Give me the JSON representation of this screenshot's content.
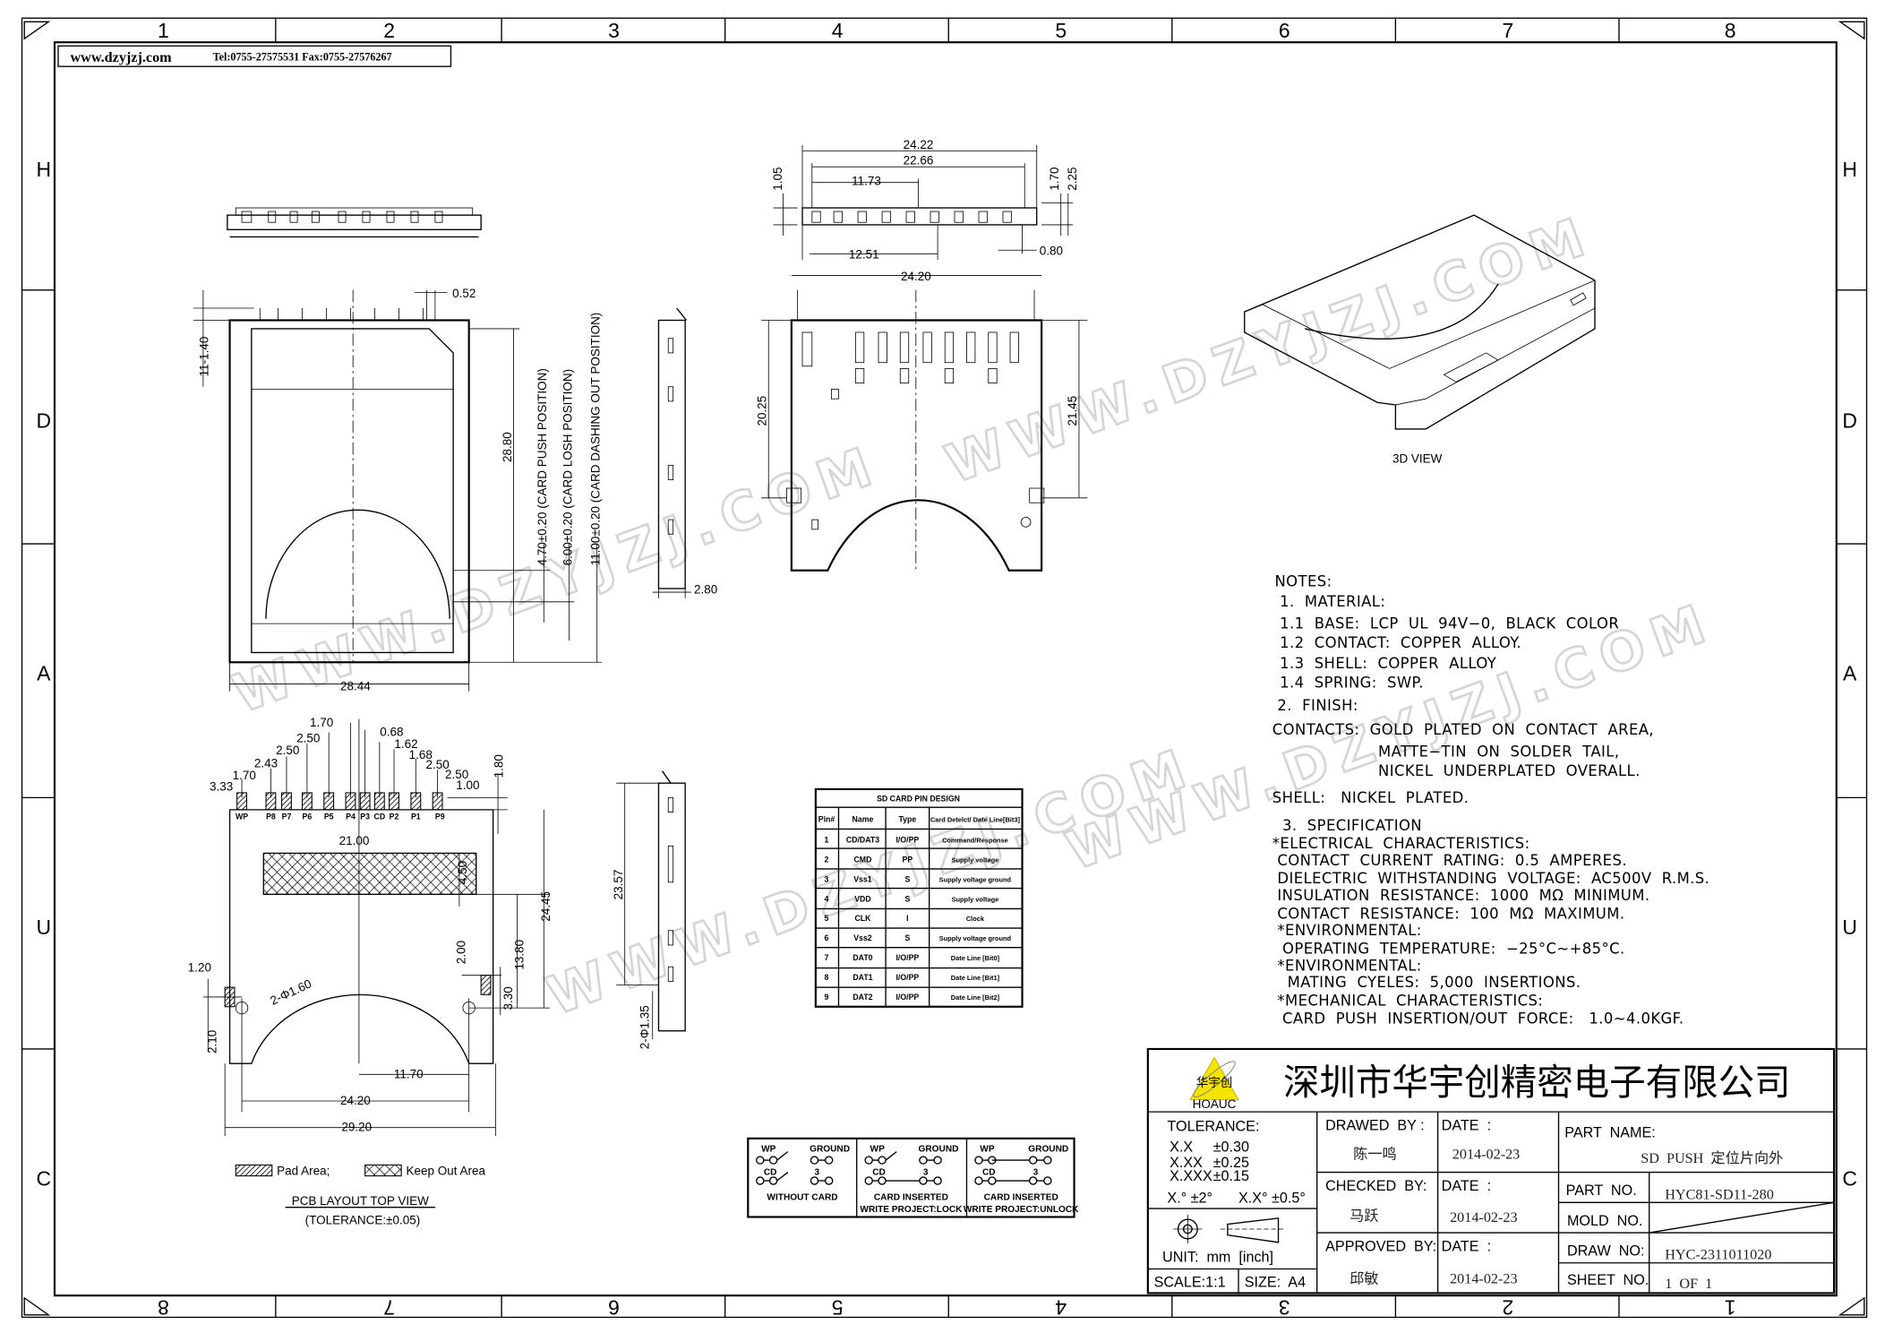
{
  "header": {
    "website": "www.dzyjzj.com",
    "contact": "Tel:0755-27575531  Fax:0755-27576267"
  },
  "grid": {
    "columns_top": [
      "1",
      "2",
      "3",
      "4",
      "5",
      "6",
      "7",
      "8"
    ],
    "columns_bottom": [
      "8",
      "7",
      "6",
      "5",
      "4",
      "3",
      "2",
      "1"
    ],
    "rows": [
      "H",
      "D",
      "A",
      "U",
      "C"
    ]
  },
  "watermark": "WWW.DZYJZJ.COM",
  "top_strip_view": {
    "dims": [
      "24.22",
      "22.66",
      "11.73",
      "1.05",
      "1.70",
      "2.25",
      "12.51",
      "0.80",
      "24.20"
    ]
  },
  "front_view": {
    "dims": [
      "20.25",
      "21.45"
    ]
  },
  "card_view": {
    "dims": [
      "0.52",
      "11-1.40",
      "28.80",
      "28.44"
    ],
    "positions": [
      "4.70±0.20 (CARD PUSH POSITION)",
      "6.00±0.20 (CARD LOSH POSITION)",
      "11.00±0.20 (CARD DASHING OUT POSITION)"
    ]
  },
  "side_view": {
    "dims": [
      "2.80"
    ]
  },
  "side_view_2": {
    "dims": [
      "23.57",
      "2-Φ1.35"
    ]
  },
  "view_3d": {
    "label": "3D VIEW"
  },
  "pcb": {
    "pins": [
      "WP",
      "P8",
      "P7",
      "P6",
      "P5",
      "P4",
      "P3",
      "CD",
      "P2",
      "P1",
      "P9"
    ],
    "dims": [
      "1.70",
      "0.68",
      "2.50",
      "1.62",
      "2.50",
      "1.68",
      "2.43",
      "2.50",
      "1.70",
      "2.50",
      "3.33",
      "1.00",
      "1.80",
      "21.00",
      "4.50",
      "24.45",
      "13.80",
      "2.00",
      "3.30",
      "1.20",
      "2-Φ1.60",
      "2.10",
      "11.70",
      "24.20",
      "29.20"
    ],
    "legend_pad": "Pad  Area;",
    "legend_keepout": "Keep  Out  Area",
    "title": "PCB  LAYOUT  TOP  VIEW",
    "tolerance": "(TOLERANCE:±0.05)"
  },
  "pin_table": {
    "title": "SD CARD PIN DESIGN",
    "headers": [
      "Pin#",
      "Name",
      "Type",
      "Card Detelct/ Date Line[Bit3]"
    ],
    "rows": [
      [
        "1",
        "CD/DAT3",
        "I/O/PP",
        "Command/Response"
      ],
      [
        "2",
        "CMD",
        "PP",
        "Supply voltage"
      ],
      [
        "3",
        "Vss1",
        "S",
        "Supply voltage ground"
      ],
      [
        "4",
        "VDD",
        "S",
        "Supply voltage"
      ],
      [
        "5",
        "CLK",
        "I",
        "Clock"
      ],
      [
        "6",
        "Vss2",
        "S",
        "Supply voltage ground"
      ],
      [
        "7",
        "DAT0",
        "I/O/PP",
        "Date Line [Bit0]"
      ],
      [
        "8",
        "DAT1",
        "I/O/PP",
        "Date Line [Bit1]"
      ],
      [
        "9",
        "DAT2",
        "I/O/PP",
        "Date Line [Bit2]"
      ]
    ]
  },
  "switch_states": {
    "labels": {
      "wp": "WP",
      "ground": "GROUND",
      "cd": "CD",
      "three": "3"
    },
    "states": [
      {
        "line1": "WITHOUT  CARD",
        "line2": ""
      },
      {
        "line1": "CARD  INSERTED",
        "line2": "WRITE  PROJECT:LOCK"
      },
      {
        "line1": "CARD  INSERTED",
        "line2": "WRITE  PROJECT:UNLOCK"
      }
    ]
  },
  "notes": [
    "NOTES:",
    " 1.  MATERIAL:",
    " 1.1  BASE:  LCP  UL  94V−0,  BLACK  COLOR",
    " 1.2  CONTACT:  COPPER  ALLOY.",
    " 1.3  SHELL:  COPPER  ALLOY",
    " 1.4  SPRING:  SWP.",
    " 2.  FINISH:",
    "CONTACTS:  GOLD  PLATED  ON  CONTACT  AREA,",
    "                     MATTE−TIN  ON  SOLDER  TAIL,",
    "                     NICKEL  UNDERPLATED  OVERALL.",
    "SHELL:   NICKEL  PLATED.",
    "  3.  SPECIFICATION",
    "*ELECTRICAL  CHARACTERISTICS:",
    " CONTACT  CURRENT  RATING:  0.5  AMPERES.",
    " DIELECTRIC  WITHSTANDING  VOLTAGE:  AC500V  R.M.S.",
    " INSULATION  RESISTANCE:  1000  MΩ  MINIMUM.",
    " CONTACT  RESISTANCE:  100  MΩ  MAXIMUM.",
    " *ENVIRONMENTAL:",
    "  OPERATING  TEMPERATURE:  −25°C~+85°C.",
    " *ENVIRONMENTAL:",
    "   MATING  CYELES:  5,000  INSERTIONS.",
    " *MECHANICAL  CHARACTERISTICS:",
    "  CARD  PUSH  INSERTION/OUT  FORCE:   1.0~4.0KGF."
  ],
  "title_block": {
    "logo_cn": "华宇创",
    "logo_text": "HOAUC",
    "company": "深圳市华宇创精密电子有限公司",
    "tolerance_label": "TOLERANCE:",
    "tolerances": [
      [
        "X.X",
        "±0.30"
      ],
      [
        "X.XX",
        "±0.25"
      ],
      [
        "X.XXX",
        "±0.15"
      ]
    ],
    "angle_tol": [
      "X.° ±2°",
      "X.X° ±0.5°"
    ],
    "unit": "UNIT:  mm  [inch]",
    "scale": "SCALE:1:1",
    "size": "SIZE:  A4",
    "drawed_by_label": "DRAWED  BY :",
    "drawed_by": "陈一鸣",
    "checked_by_label": "CHECKED  BY:",
    "checked_by": "马跃",
    "approved_by_label": "APPROVED  BY:",
    "approved_by": "邱敏",
    "date_label": "DATE  :",
    "dates": [
      "2014-02-23",
      "2014-02-23",
      "2014-02-23"
    ],
    "part_name_label": "PART  NAME:",
    "part_name": "SD  PUSH  定位片向外",
    "part_no_label": "PART  NO.",
    "part_no": "HYC81-SD11-280",
    "mold_no_label": "MOLD  NO.",
    "draw_no_label": "DRAW  NO:",
    "draw_no": "HYC-2311011020",
    "sheet_no_label": "SHEET  NO.",
    "sheet_no": "1  OF  1"
  }
}
